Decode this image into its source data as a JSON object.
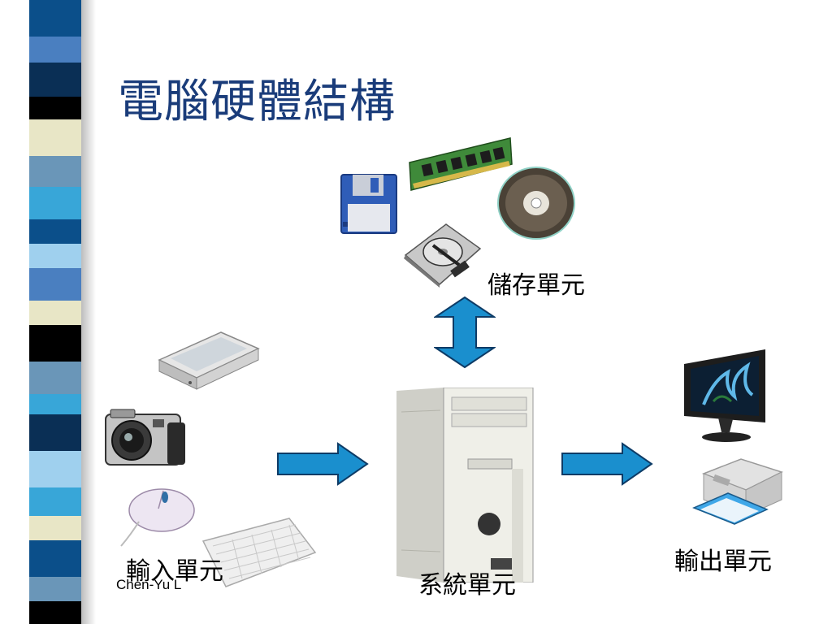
{
  "slide": {
    "title": "電腦硬體結構",
    "credit": "Chen-Yu L"
  },
  "units": {
    "storage": "儲存單元",
    "input": "輸入單元",
    "system": "系統單元",
    "output": "輸出單元"
  },
  "devices": {
    "storage": [
      "floppy-disk",
      "memory-module",
      "compact-disc",
      "hard-disk"
    ],
    "input": [
      "scanner",
      "digital-camera",
      "mouse",
      "keyboard"
    ],
    "system": [
      "pc-tower"
    ],
    "output": [
      "lcd-monitor",
      "printer"
    ]
  },
  "colors": {
    "title": "#1a3c7a",
    "arrow_fill": "#1a8fce",
    "arrow_stroke": "#0d3b66",
    "stripes": [
      "#0b4f8a",
      "#4a7fc0",
      "#0a2f55",
      "#e8e6c6",
      "#000000",
      "#38a6d8",
      "#6a96b8",
      "#9fd0ee"
    ]
  }
}
